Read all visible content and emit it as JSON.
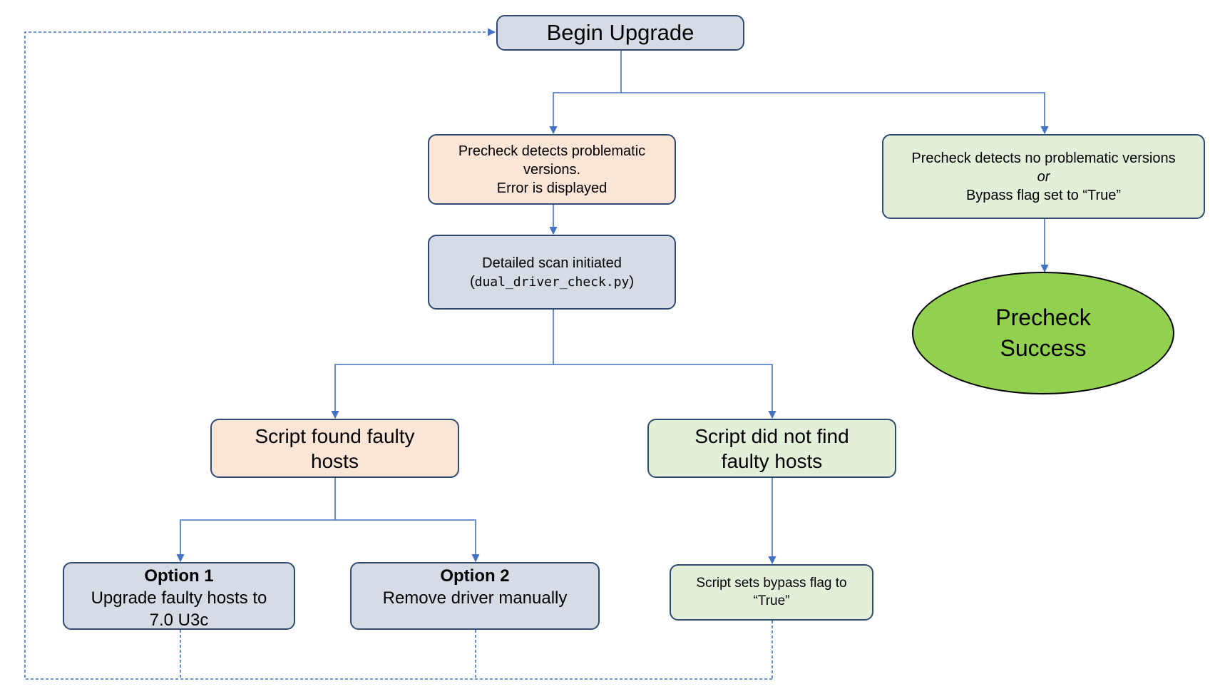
{
  "nodes": {
    "begin": "Begin Upgrade",
    "precheck_problem": [
      "Precheck detects problematic",
      "versions.",
      "Error is displayed"
    ],
    "precheck_ok": {
      "line1": "Precheck detects no problematic versions",
      "or": "or",
      "line3": "Bypass flag set to “True”"
    },
    "success": [
      "Precheck",
      "Success"
    ],
    "scan": {
      "line1": "Detailed scan initiated",
      "open": "(",
      "script": "dual_driver_check.py",
      "close": ")"
    },
    "found": [
      "Script found faulty",
      "hosts"
    ],
    "not_found": [
      "Script did not find",
      "faulty hosts"
    ],
    "option1": {
      "title": "Option 1",
      "lines": [
        "Upgrade faulty hosts to",
        "7.0 U3c"
      ]
    },
    "option2": {
      "title": "Option 2",
      "lines": [
        "Remove driver manually"
      ]
    },
    "bypass": [
      "Script sets bypass flag to",
      "“True”"
    ]
  },
  "colors": {
    "line": "#4472c4",
    "border": "#2f4a73",
    "blue_fill": "#d6dce5",
    "peach_fill": "#fbe5d6",
    "green_fill": "#e2f0d9",
    "success_fill": "#92d050"
  }
}
